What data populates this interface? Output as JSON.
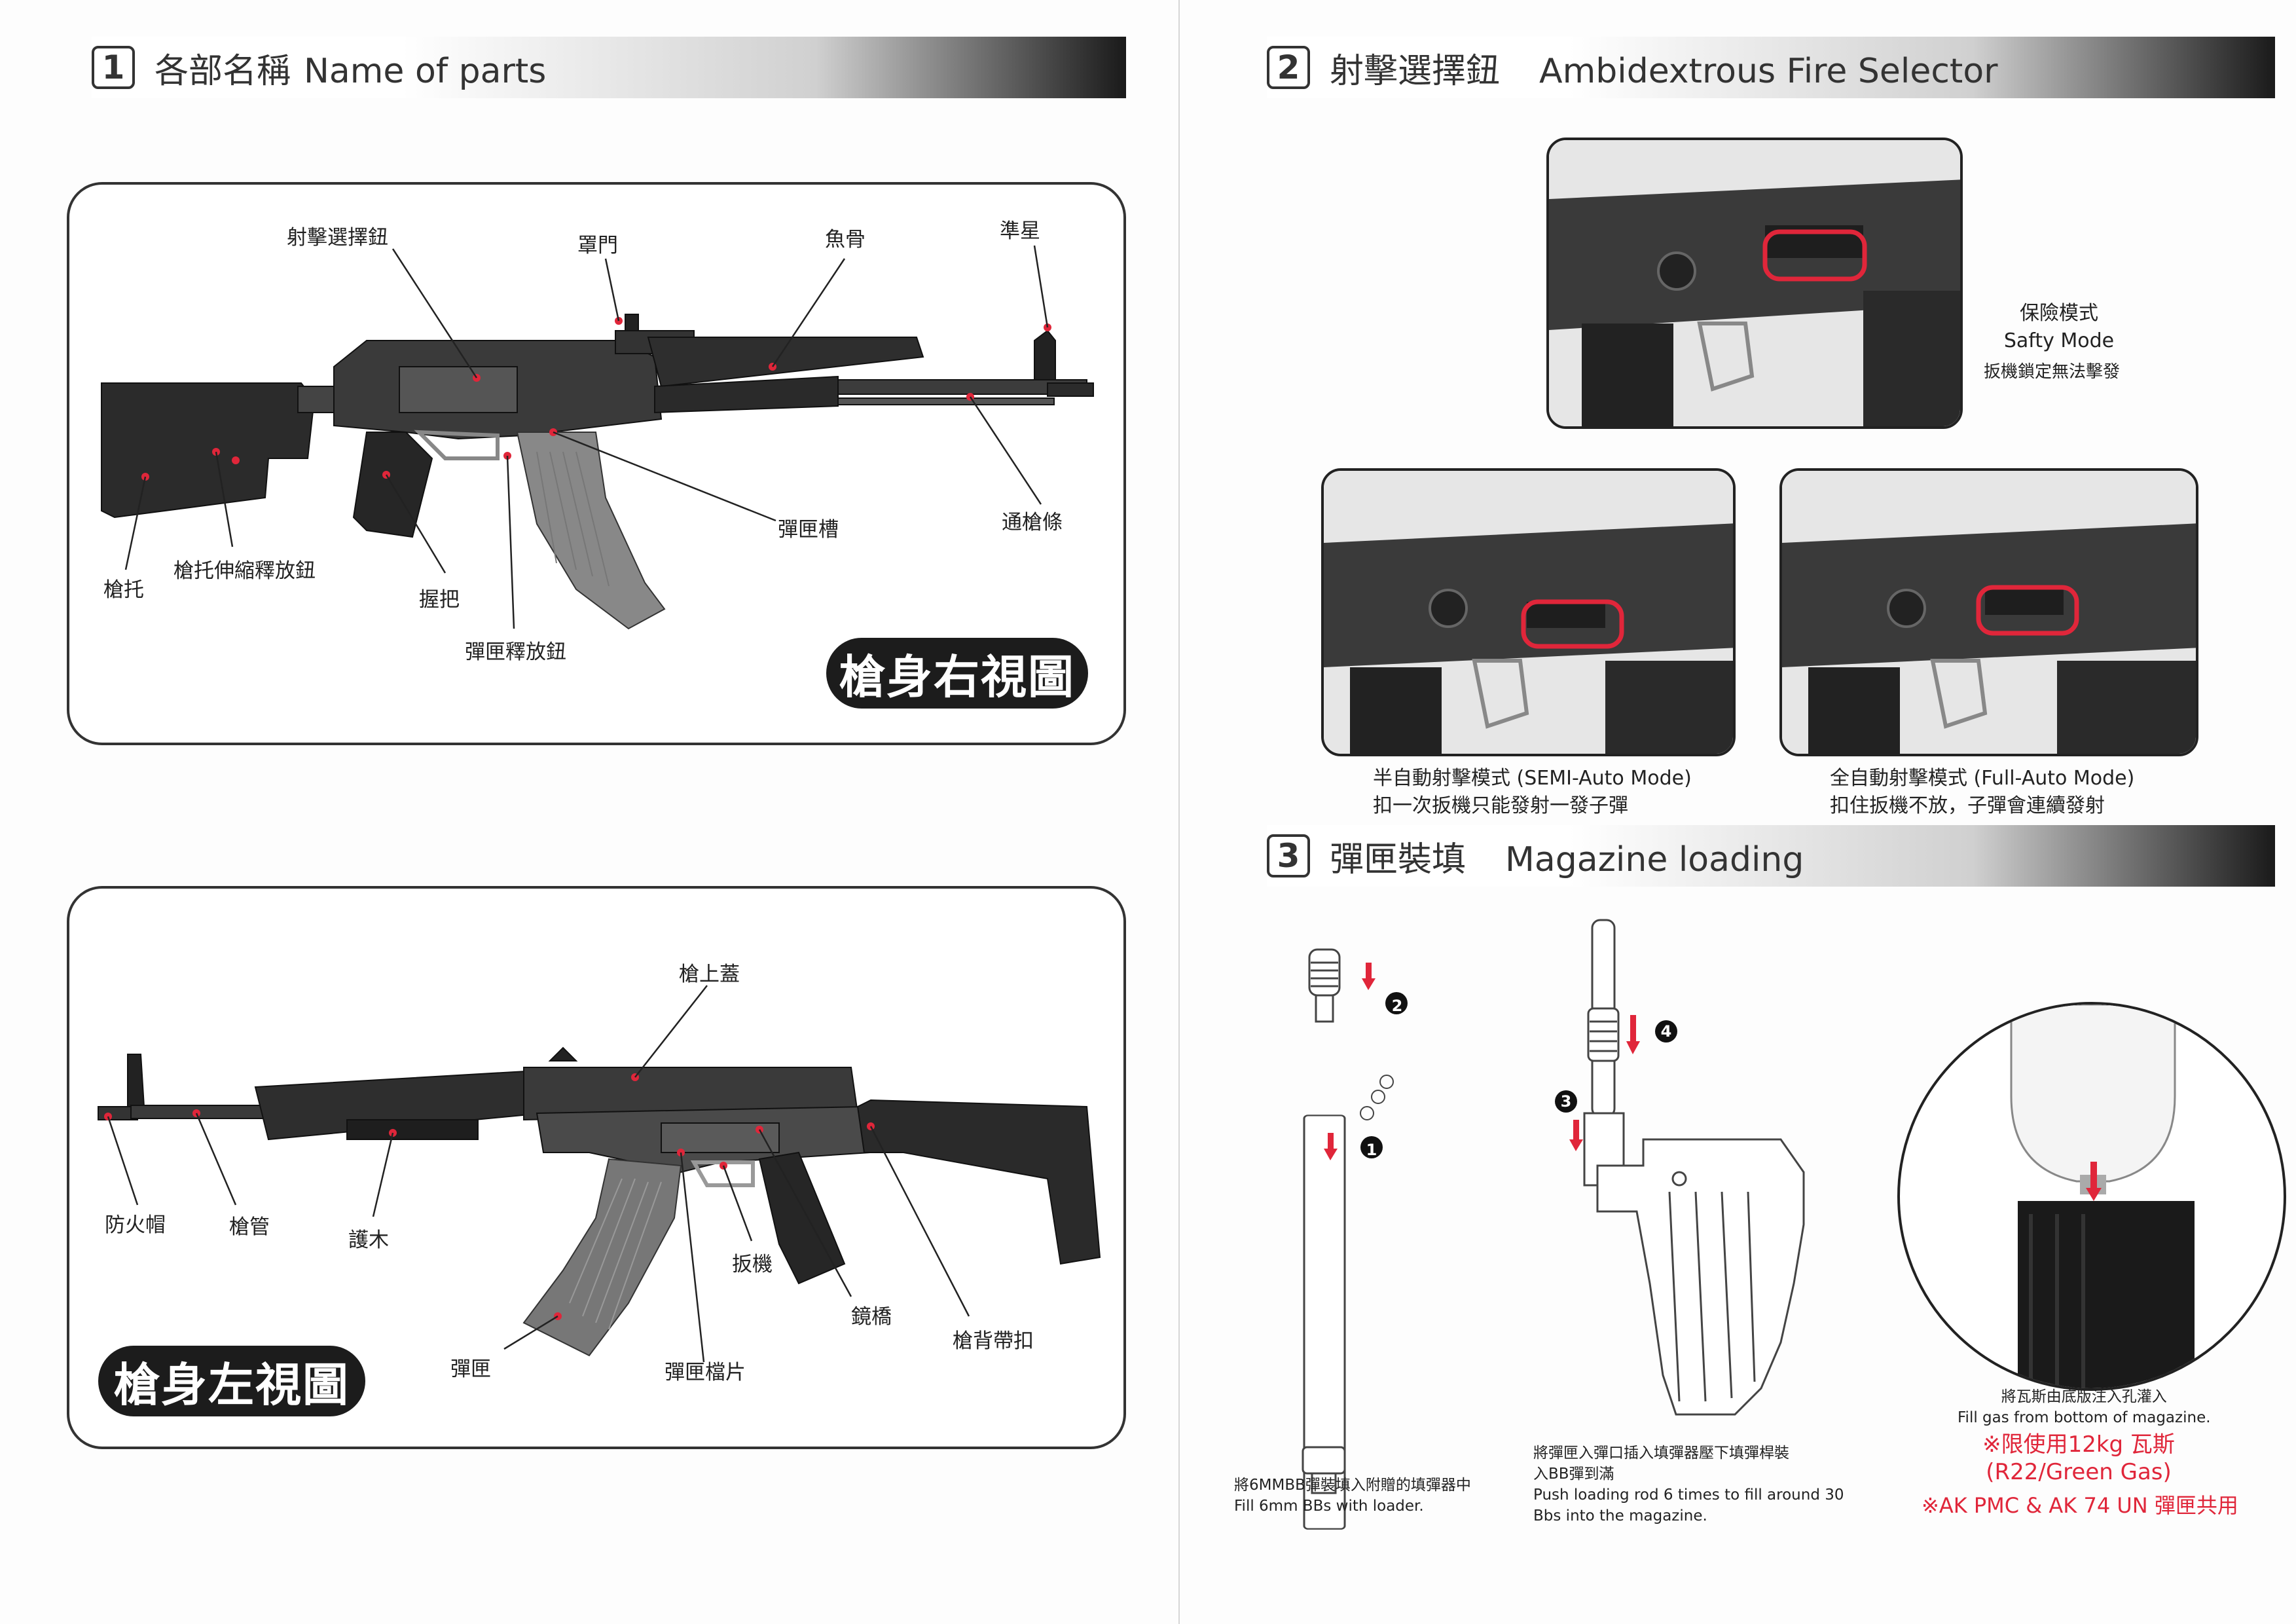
{
  "section1": {
    "number": "1",
    "title_zh": "各部名稱",
    "title_en": "Name of parts"
  },
  "section2": {
    "number": "2",
    "title_zh": "射擊選擇鈕",
    "title_en": "Ambidextrous Fire Selector"
  },
  "section3": {
    "number": "3",
    "title_zh": "彈匣裝填",
    "title_en": "Magazine loading"
  },
  "right_view": {
    "badge": "槍身右視圖",
    "labels": {
      "selector": "射擊選擇鈕",
      "dust_cover": "罩門",
      "rail": "魚骨",
      "front_sight": "準星",
      "cleaning_rod": "通槍條",
      "mag_well": "彈匣槽",
      "stock": "槍托",
      "stock_release": "槍托伸縮釋放鈕",
      "grip": "握把",
      "mag_release": "彈匣釋放鈕"
    }
  },
  "left_view": {
    "badge": "槍身左視圖",
    "labels": {
      "top_cover": "槍上蓋",
      "flash_hider": "防火帽",
      "barrel": "槍管",
      "handguard": "護木",
      "magazine": "彈匣",
      "mag_catch": "彈匣檔片",
      "trigger": "扳機",
      "scope_mount": "鏡橋",
      "sling_swivel": "槍背帶扣"
    }
  },
  "fire_modes": {
    "safe": {
      "zh": "保險模式",
      "en": "Safty Mode",
      "note": "扳機鎖定無法擊發"
    },
    "semi": {
      "title": "半自動射擊模式 (SEMI-Auto Mode)",
      "note": "扣一次扳機只能發射一發子彈"
    },
    "full": {
      "title": "全自動射擊模式 (Full-Auto Mode)",
      "note": "扣住扳機不放，子彈會連續發射"
    }
  },
  "loading": {
    "steps": [
      "1",
      "2",
      "3",
      "4"
    ],
    "step_a": {
      "zh": "將6MMBB彈裝填入附贈的填彈器中",
      "en": "Fill 6mm BBs with loader."
    },
    "step_b": {
      "zh_1": "將彈匣入彈口插入填彈器壓下填彈桿裝",
      "zh_2": "入BB彈到滿",
      "en_1": "Push loading rod 6 times to fill around 30",
      "en_2": "Bbs into the magazine."
    },
    "gas": {
      "zh": "將瓦斯由底版注入孔灌入",
      "en": "Fill gas from bottom of magazine.",
      "warn_1": "※限使用12kg 瓦斯",
      "warn_2": "(R22/Green Gas)",
      "warn_3": "※AK PMC & AK 74 UN 彈匣共用"
    }
  },
  "colors": {
    "accent": "#e0263a",
    "ink": "#1c1c1c",
    "header_dark": "#1a1a1a"
  }
}
